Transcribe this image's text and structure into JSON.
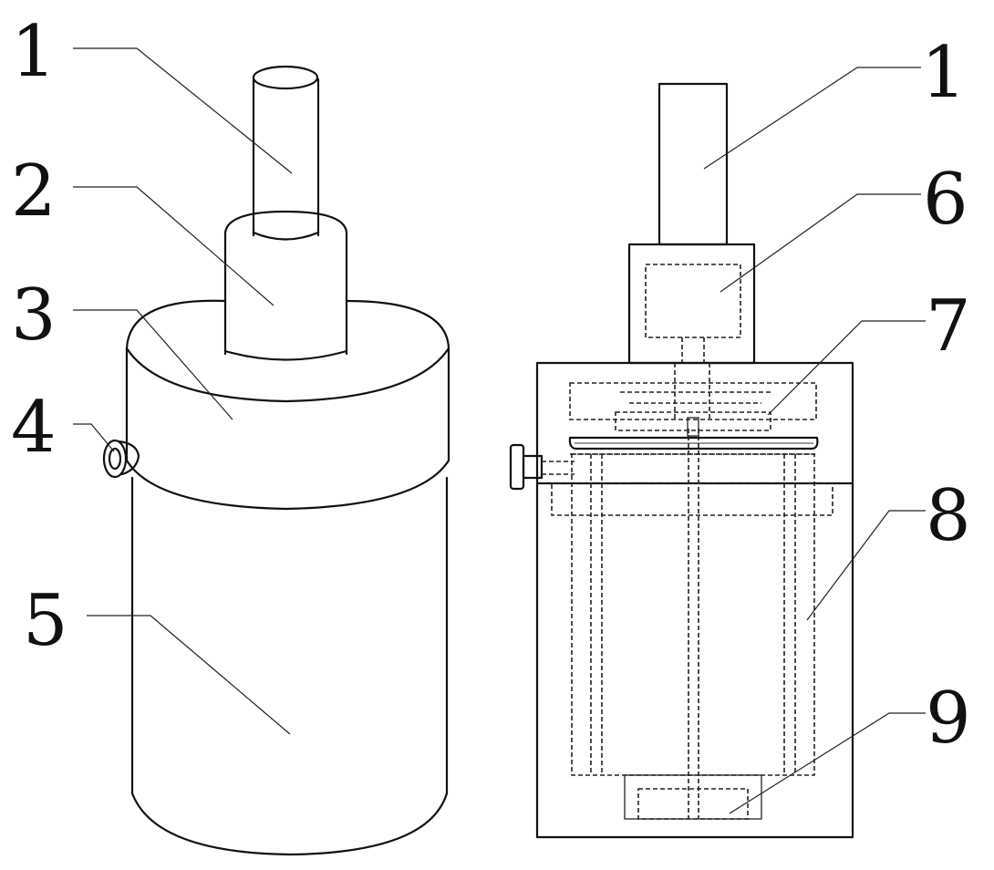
{
  "left_view": {
    "labels": [
      "1",
      "2",
      "3",
      "4",
      "5"
    ]
  },
  "right_view": {
    "labels": [
      "1",
      "6",
      "7",
      "8",
      "9"
    ]
  },
  "colors": {
    "line": "#111111",
    "background": "#ffffff"
  }
}
